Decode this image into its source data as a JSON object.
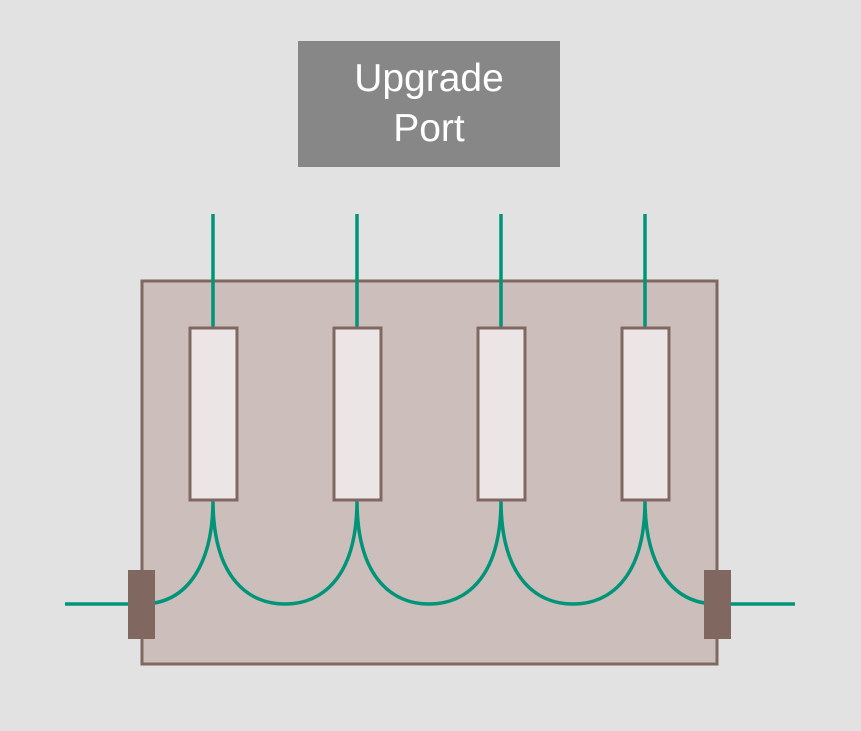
{
  "label": {
    "line1": "Upgrade",
    "line2": "Port"
  },
  "module": {
    "channels": 4
  },
  "colors": {
    "background": "#e2e2e2",
    "label_bg": "#878787",
    "label_text": "#ffffff",
    "housing_fill": "#ccbfbb",
    "housing_stroke": "#806860",
    "filter_fill": "#ebe5e5",
    "connector": "#806860",
    "fiber": "#009478"
  }
}
